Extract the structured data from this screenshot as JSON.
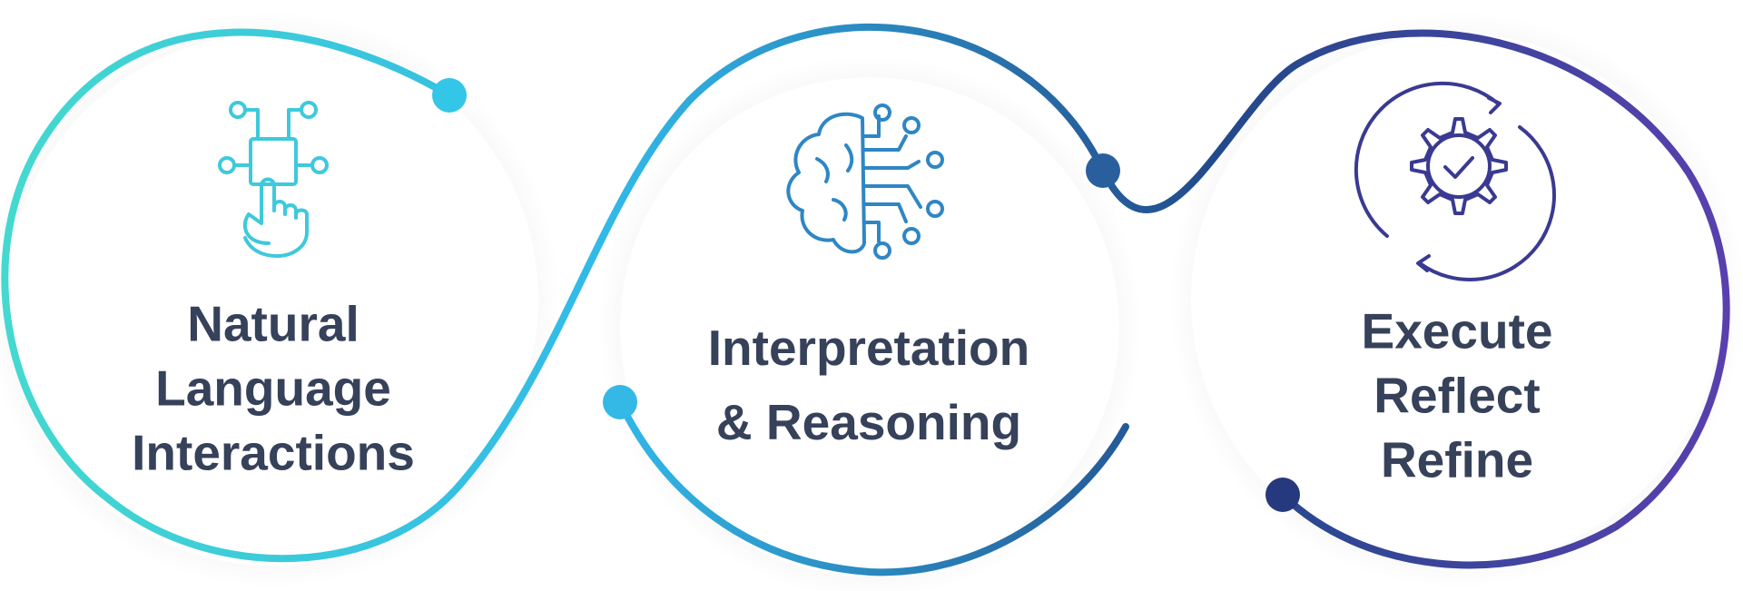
{
  "steps": [
    {
      "id": "natural-language",
      "lines": [
        "Natural",
        "Language",
        "Interactions"
      ],
      "icon": "chip-touch-icon",
      "color": "#3ec9dc"
    },
    {
      "id": "interpretation",
      "lines": [
        "Interpretation",
        "& Reasoning"
      ],
      "icon": "brain-circuit-icon",
      "color": "#2f86c4"
    },
    {
      "id": "execute",
      "lines": [
        "Execute",
        "Reflect",
        "Refine"
      ],
      "icon": "gear-check-cycle-icon",
      "color": "#3a3a92"
    }
  ],
  "colors": {
    "text": "#36415a",
    "gradient_start": "#44d9cf",
    "gradient_mid1": "#31b9e8",
    "gradient_mid2": "#22498a",
    "gradient_end": "#5b3fb0",
    "circle_fill": "#ffffff"
  }
}
